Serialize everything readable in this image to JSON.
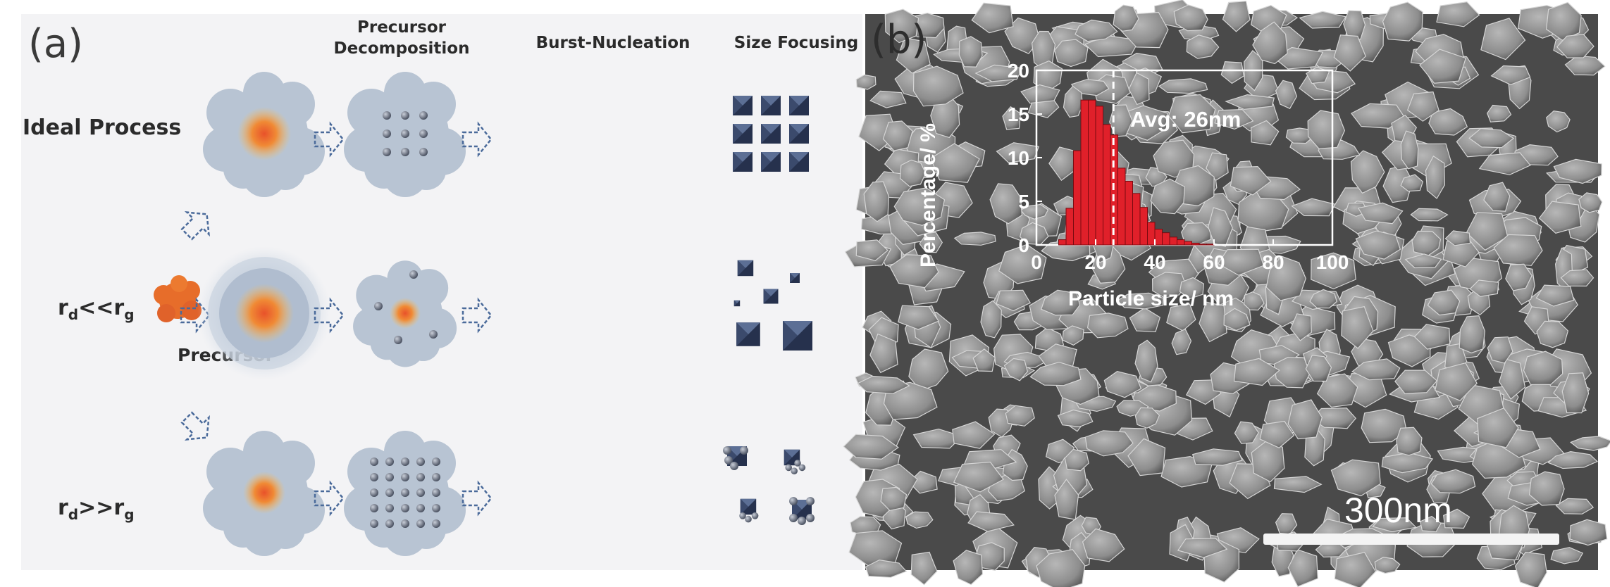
{
  "panel_a": {
    "letter": "(a)",
    "headers": {
      "precursor_decomposition_line1": "Precursor",
      "precursor_decomposition_line2": "Decomposition",
      "burst_nucleation": "Burst-Nucleation",
      "size_focusing": "Size Focusing"
    },
    "rows": {
      "ideal": "Ideal Process",
      "rd_lt_rg_main": "r",
      "rd_lt_rg_sub1": "d",
      "rd_lt_rg_op": "<<r",
      "rd_lt_rg_sub2": "g",
      "rd_gt_rg_main": "r",
      "rd_gt_rg_sub1": "d",
      "rd_gt_rg_op": ">>r",
      "rd_gt_rg_sub2": "g"
    },
    "precursor_label": "Precursor"
  },
  "panel_b": {
    "letter": "(b)",
    "scale_bar_label": "300nm",
    "inset_chart": {
      "chart_data": {
        "type": "bar",
        "ylabel": "Percentage/ %",
        "xlabel": "Particle size/ nm",
        "annotation": "Avg:  26nm",
        "average": 26,
        "xlim": [
          0,
          100
        ],
        "ylim": [
          0,
          20
        ],
        "x_ticks": [
          "0",
          "20",
          "40",
          "60",
          "80",
          "100"
        ],
        "y_ticks": [
          "0",
          "5",
          "10",
          "15",
          "20"
        ],
        "bin_width": 2.5,
        "bins_start": [
          7.5,
          10,
          12.5,
          15,
          17.5,
          20,
          22.5,
          25,
          27.5,
          30,
          32.5,
          35,
          37.5,
          40,
          42.5,
          45,
          47.5,
          50,
          52.5,
          55,
          57.5
        ],
        "values": [
          0.6,
          4.2,
          10.8,
          16.6,
          16.6,
          15.9,
          13.8,
          12.6,
          8.8,
          7.3,
          5.9,
          4.3,
          2.6,
          1.8,
          1.4,
          0.9,
          0.6,
          0.4,
          0.2,
          0.1,
          0.1
        ],
        "bar_color": "#e0202a"
      }
    }
  },
  "colors": {
    "cloud": "#b8c4d3",
    "core_outer": "#f2a541",
    "core_inner": "#e8522a",
    "precursor": "#e76d2a",
    "arrow": "#4a6a9a",
    "crystal_dark": "#26314d",
    "crystal_light": "#5c6f95",
    "sphere": "#6d7483",
    "sem_bg": "#5e5e5e",
    "bar": "#e0202a"
  }
}
